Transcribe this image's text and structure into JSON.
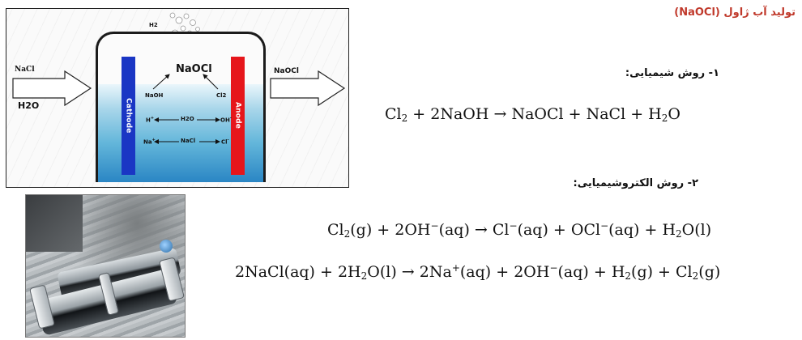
{
  "title": "تولید آب ژاول (NaOCl)",
  "diagram": {
    "h2_top": "H2",
    "nacl_in": "NaCl",
    "h2o_in": "H2O",
    "naocl_out": "NaOCl",
    "naocl_center": "NaOCl",
    "naoh": "NaOH",
    "cl2": "Cl2",
    "cathode": "Cathode",
    "anode": "Anode",
    "h_plus": "H",
    "h2o_mid": "H2O",
    "oh_minus": "OH",
    "na_plus": "Na",
    "nacl_mid": "NaCl",
    "cl_minus": "Cl",
    "plus_sign": "+",
    "minus_sign": "-"
  },
  "methods": {
    "chemical_label": "۱- روش شیمیایی:",
    "electrochemical_label": "۲- روش الکتروشیمیایی:"
  },
  "equations": {
    "eq1": {
      "a": "Cl",
      "a_sub": "2",
      "b": " + 2NaOH → NaOCl + NaCl + H",
      "b_sub": "2",
      "c": "O"
    },
    "eq2": {
      "p1": "Cl",
      "p1_sub": "2",
      "p2": "(g) + 2OH",
      "p2_sup": "−",
      "p3": "(aq) → Cl",
      "p3_sup": "−",
      "p4": "(aq) + OCl",
      "p4_sup": "−",
      "p5": "(aq) + H",
      "p5_sub": "2",
      "p6": "O(l)"
    },
    "eq3": {
      "p1": "2NaCl(aq) + 2H",
      "p1_sub": "2",
      "p2": "O(l) → 2Na",
      "p2_sup": "+",
      "p3": "(aq) + 2OH",
      "p3_sup": "−",
      "p4": "(aq) + H",
      "p4_sub": "2",
      "p5": "(g) + Cl",
      "p5_sub": "2",
      "p6": "(g)"
    }
  },
  "colors": {
    "title": "#c0392b",
    "cathode": "#1a36c4",
    "anode": "#e6161b"
  }
}
